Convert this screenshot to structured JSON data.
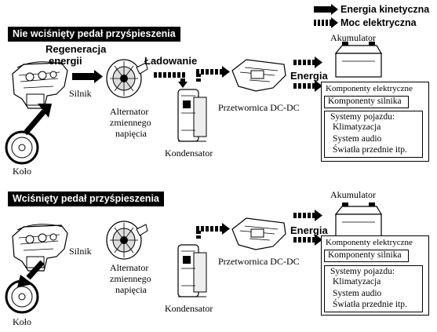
{
  "legend": {
    "kinetic": "Energia kinetyczna",
    "electric": "Moc elektryczna"
  },
  "top_panel": {
    "banner": "Nie wciśnięty pedał przyśpieszenia",
    "regeneration_line1": "Regeneracja",
    "regeneration_line2": "energii",
    "charging": "Ładowanie",
    "engine": "Silnik",
    "wheel": "Koło",
    "alternator_line1": "Alternator",
    "alternator_line2": "zmiennego",
    "alternator_line3": "napięcia",
    "capacitor": "Kondensator",
    "converter": "Przetwornica DC-DC",
    "battery": "Akumulator",
    "energy": "Energia",
    "components_electrical": "Komponenty elektryczne",
    "components_engine": "Komponenty silnika",
    "vehicle_systems": "Systemy pojazdu:",
    "air_conditioning": "Klimatyzacja",
    "audio": "System audio",
    "headlights": "Światła przednie itp."
  },
  "bottom_panel": {
    "banner": "Wciśnięty pedał przyśpieszenia",
    "engine": "Silnik",
    "wheel": "Koło",
    "alternator_line1": "Alternator",
    "alternator_line2": "zmiennego",
    "alternator_line3": "napięcia",
    "capacitor": "Kondensator",
    "converter": "Przetwornica DC-DC",
    "battery": "Akumulator",
    "energy": "Energia",
    "components_electrical": "Komponenty elektryczne",
    "components_engine": "Komponenty silnika",
    "vehicle_systems": "Systemy pojazdu:",
    "air_conditioning": "Klimatyzacja",
    "audio": "System audio",
    "headlights": "Światła przednie itp."
  }
}
